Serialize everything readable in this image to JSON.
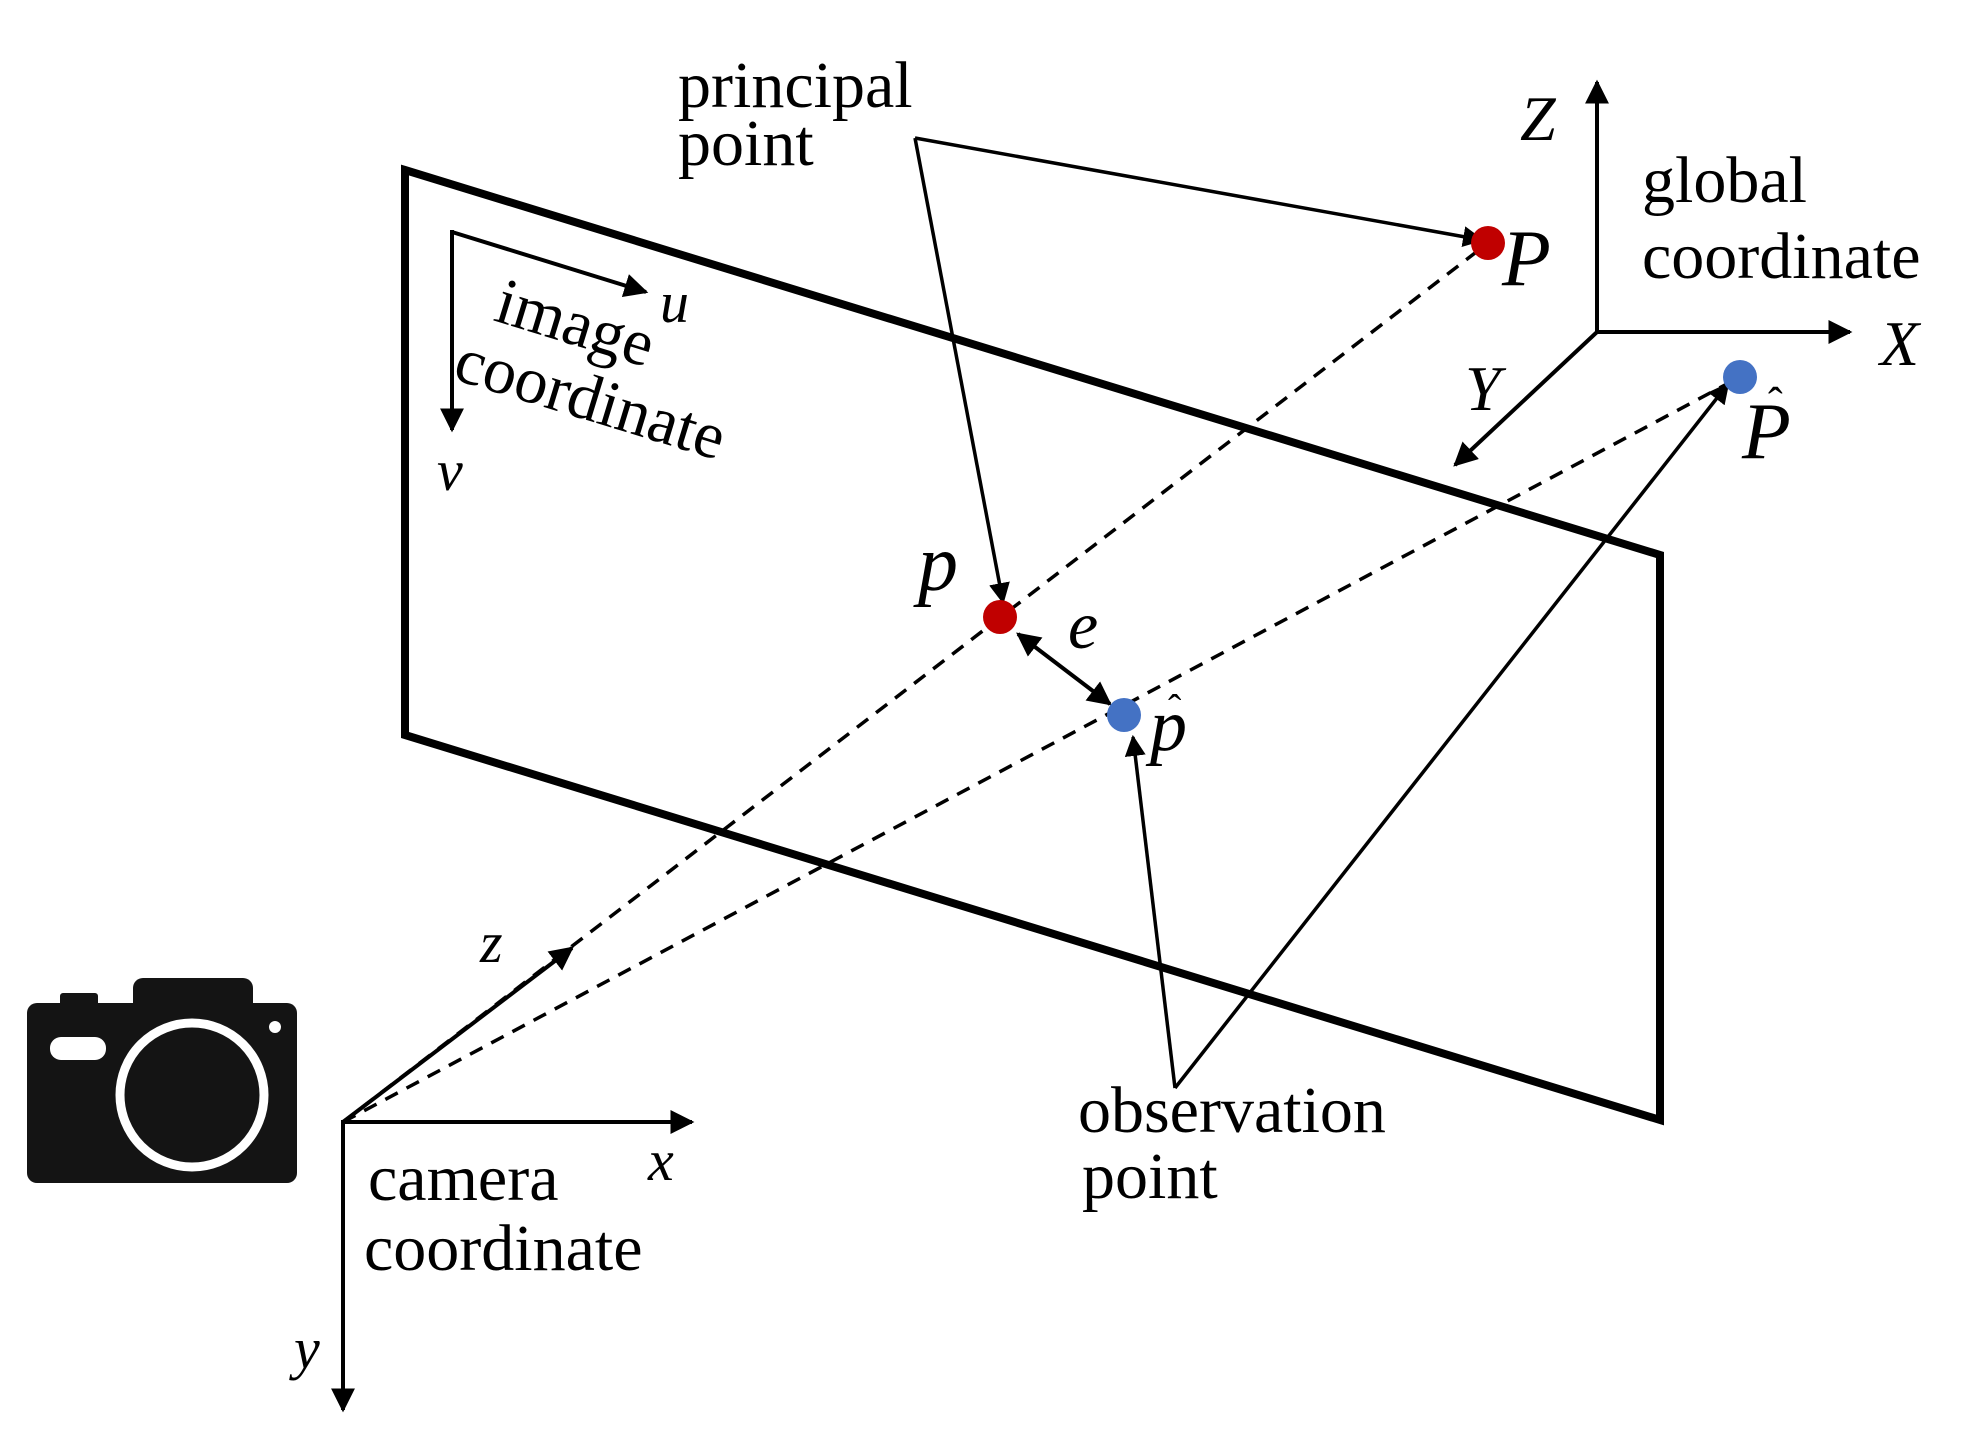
{
  "labels": {
    "principal_point": [
      "principal",
      "point"
    ],
    "global_coordinate": [
      "global",
      "coordinate"
    ],
    "image_coordinate": [
      "image",
      "coordinate"
    ],
    "camera_coordinate": [
      "camera",
      "coordinate"
    ],
    "observation_point": [
      "observation",
      "point"
    ]
  },
  "axes": {
    "global": {
      "x": "X",
      "y": "Y",
      "z": "Z"
    },
    "image": {
      "u": "u",
      "v": "v"
    },
    "camera": {
      "x": "x",
      "y": "y",
      "z": "z"
    }
  },
  "points": {
    "world_point": "P",
    "projected_point": "p",
    "observed_point": "p",
    "estimated_world_point": "P",
    "error": "e"
  },
  "colors": {
    "ink": "#000000",
    "principal": "#c00000",
    "observation": "#4472c4"
  },
  "icons": {
    "camera": "camera-icon"
  }
}
